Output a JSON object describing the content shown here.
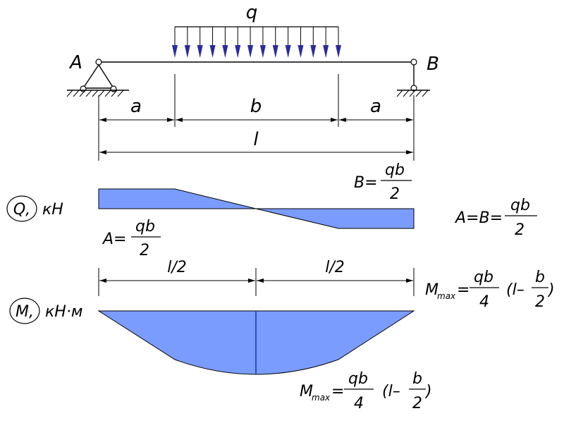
{
  "load": {
    "label": "q"
  },
  "supports": {
    "left": "A",
    "right": "B"
  },
  "dimensions": {
    "a_left": "a",
    "b": "b",
    "a_right": "a",
    "l": "l",
    "half_left": "l/2",
    "half_right": "l/2"
  },
  "shear": {
    "axis_label": "Q, кН",
    "circle_letter": "Q,",
    "unit": "кН",
    "A_formula": {
      "lhs": "A=",
      "num": "qb",
      "den": "2"
    },
    "B_formula": {
      "lhs": "B=",
      "num": "qb",
      "den": "2"
    },
    "AB_formula": {
      "lhs": "A=B=",
      "num": "qb",
      "den": "2"
    }
  },
  "moment": {
    "circle_letter": "M,",
    "unit": "кН·м",
    "formula_right": {
      "M": "M",
      "sub": "max",
      "num": "qb",
      "den": "4",
      "paren_open": "(l–",
      "inner_num": "b",
      "inner_den": "2",
      "paren_close": ")"
    },
    "formula_bottom": {
      "M": "M",
      "sub": "max",
      "num": "qb",
      "den": "4",
      "paren_open": "(l–",
      "inner_num": "b",
      "inner_den": "2",
      "paren_close": ")"
    }
  },
  "colors": {
    "fill": "#7b9cff",
    "line": "#000000",
    "arrow": "#2a2aa0"
  }
}
